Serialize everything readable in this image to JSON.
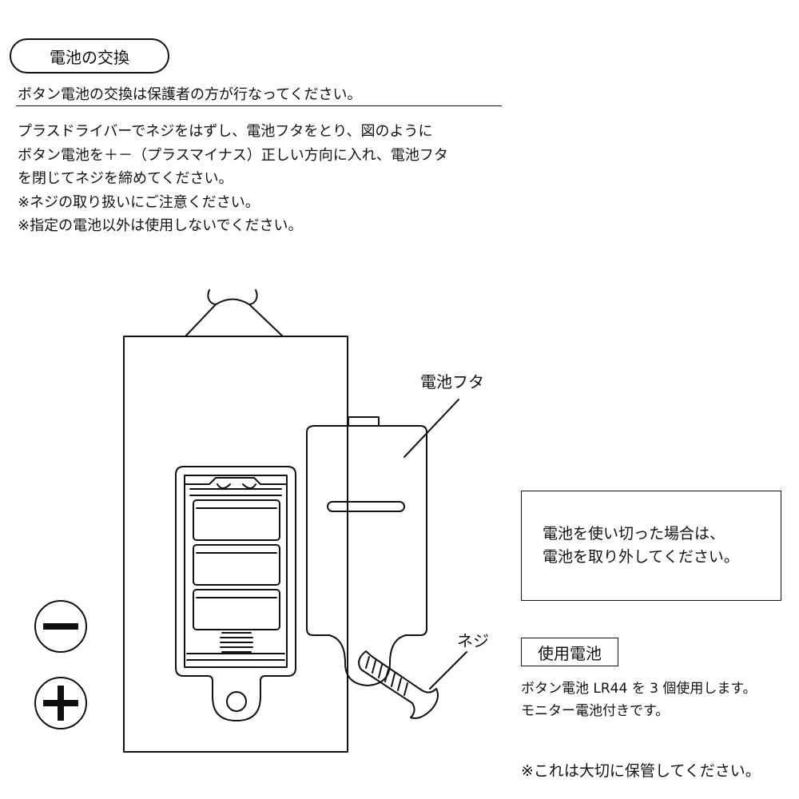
{
  "header": {
    "section_title": "電池の交換",
    "subtitle": "ボタン電池の交換は保護者の方が行なってください。"
  },
  "instructions": [
    "プラスドライバーでネジをはずし、電池フタをとり、図のように",
    "ボタン電池を＋－（プラスマイナス）正しい方向に入れ、電池フタ",
    "を閉じてネジを締めてください。",
    "※ネジの取り扱いにご注意ください。",
    "※指定の電池以外は使用しないでください。"
  ],
  "diagram": {
    "cover_label": "電池フタ",
    "screw_label": "ネジ",
    "minus_symbol": "−",
    "plus_symbol": "+"
  },
  "note": {
    "lines": [
      "電池を使い切った場合は、",
      "電池を取り外してください。"
    ]
  },
  "battery_spec": {
    "heading": "使用電池",
    "lines": [
      "ボタン電池 LR44 を 3 個使用します。",
      "モニター電池付きです。"
    ]
  },
  "footer_note": "※これは大切に保管してください。"
}
